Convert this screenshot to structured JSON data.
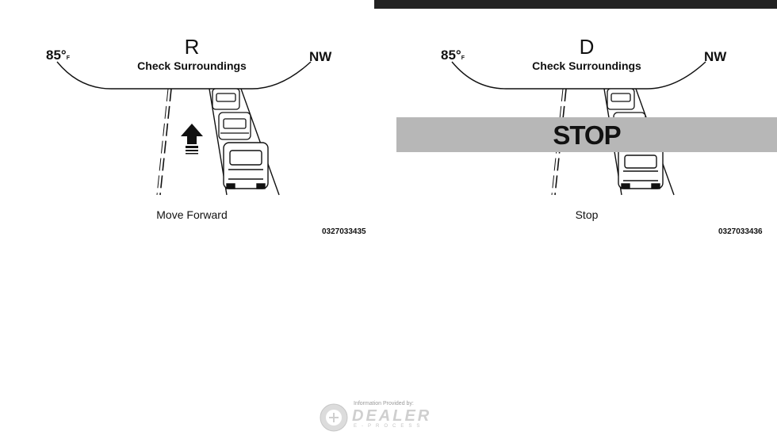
{
  "left_panel": {
    "temperature": "85°",
    "temperature_unit": "F",
    "heading": "NW",
    "gear": "R",
    "message": "Check Surroundings",
    "caption": "Move Forward",
    "code": "0327033435"
  },
  "right_panel": {
    "temperature": "85°",
    "temperature_unit": "F",
    "heading": "NW",
    "gear": "D",
    "message": "Check Surroundings",
    "stop_label": "STOP",
    "caption": "Stop",
    "code": "0327033436"
  },
  "watermark": {
    "provided_by": "Information Provided by:",
    "name": "DEALER",
    "sub": "E-PROCESS"
  }
}
